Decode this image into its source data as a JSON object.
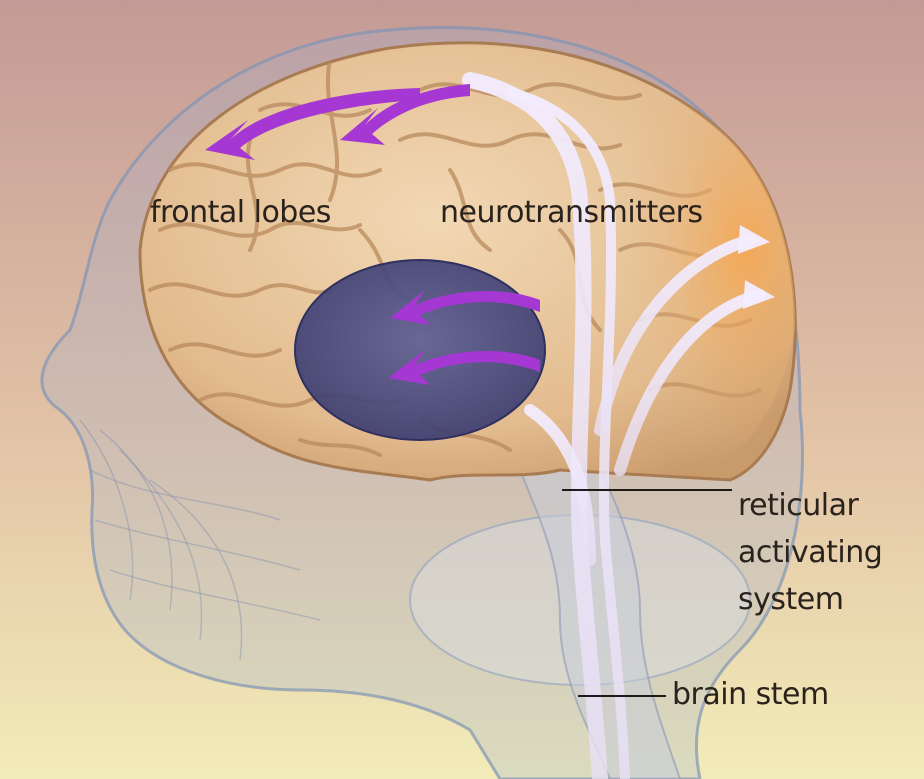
{
  "labels": {
    "frontal_lobes": "frontal lobes",
    "neurotransmitters": "neurotransmitters",
    "reticular_activating_system": [
      "reticular",
      "activating",
      "system"
    ],
    "brain_stem": "brain stem"
  },
  "colors": {
    "background_top": "#c49a96",
    "background_bottom": "#f2ecb8",
    "brain_tissue": "#e7c49a",
    "brain_fold": "#b98a5c",
    "orange_region": "#f3a04a",
    "deep_region": "#494b82",
    "pathway_arrow": "#a538d3",
    "fiber_pathway": "#eee6ff",
    "head_outline": "#7f94b5"
  }
}
